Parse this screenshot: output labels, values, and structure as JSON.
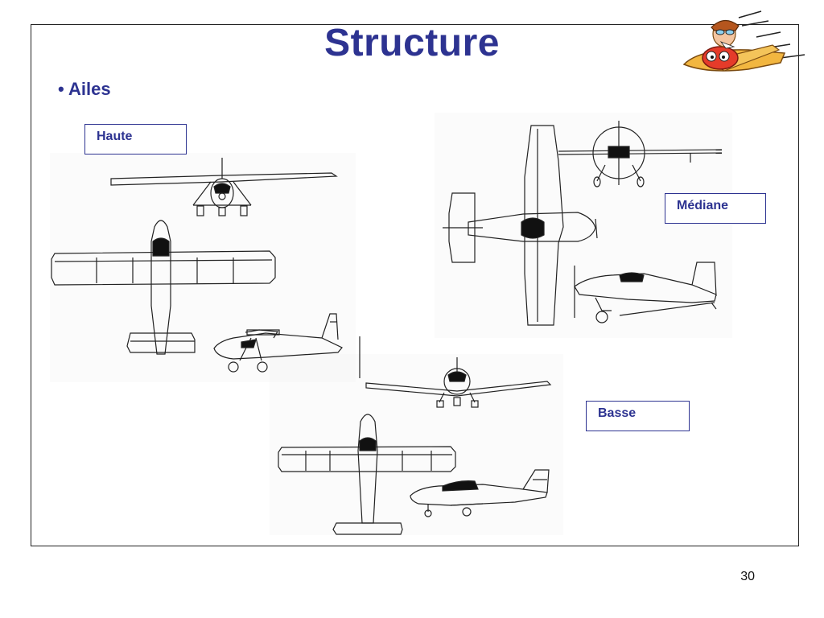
{
  "slide": {
    "title": "Structure",
    "bullet": "• Ailes",
    "page_number": "30"
  },
  "labels": {
    "haute": "Haute",
    "mediane": "Médiane",
    "basse": "Basse"
  },
  "colors": {
    "accent": "#2d3391",
    "frame": "#222222"
  }
}
